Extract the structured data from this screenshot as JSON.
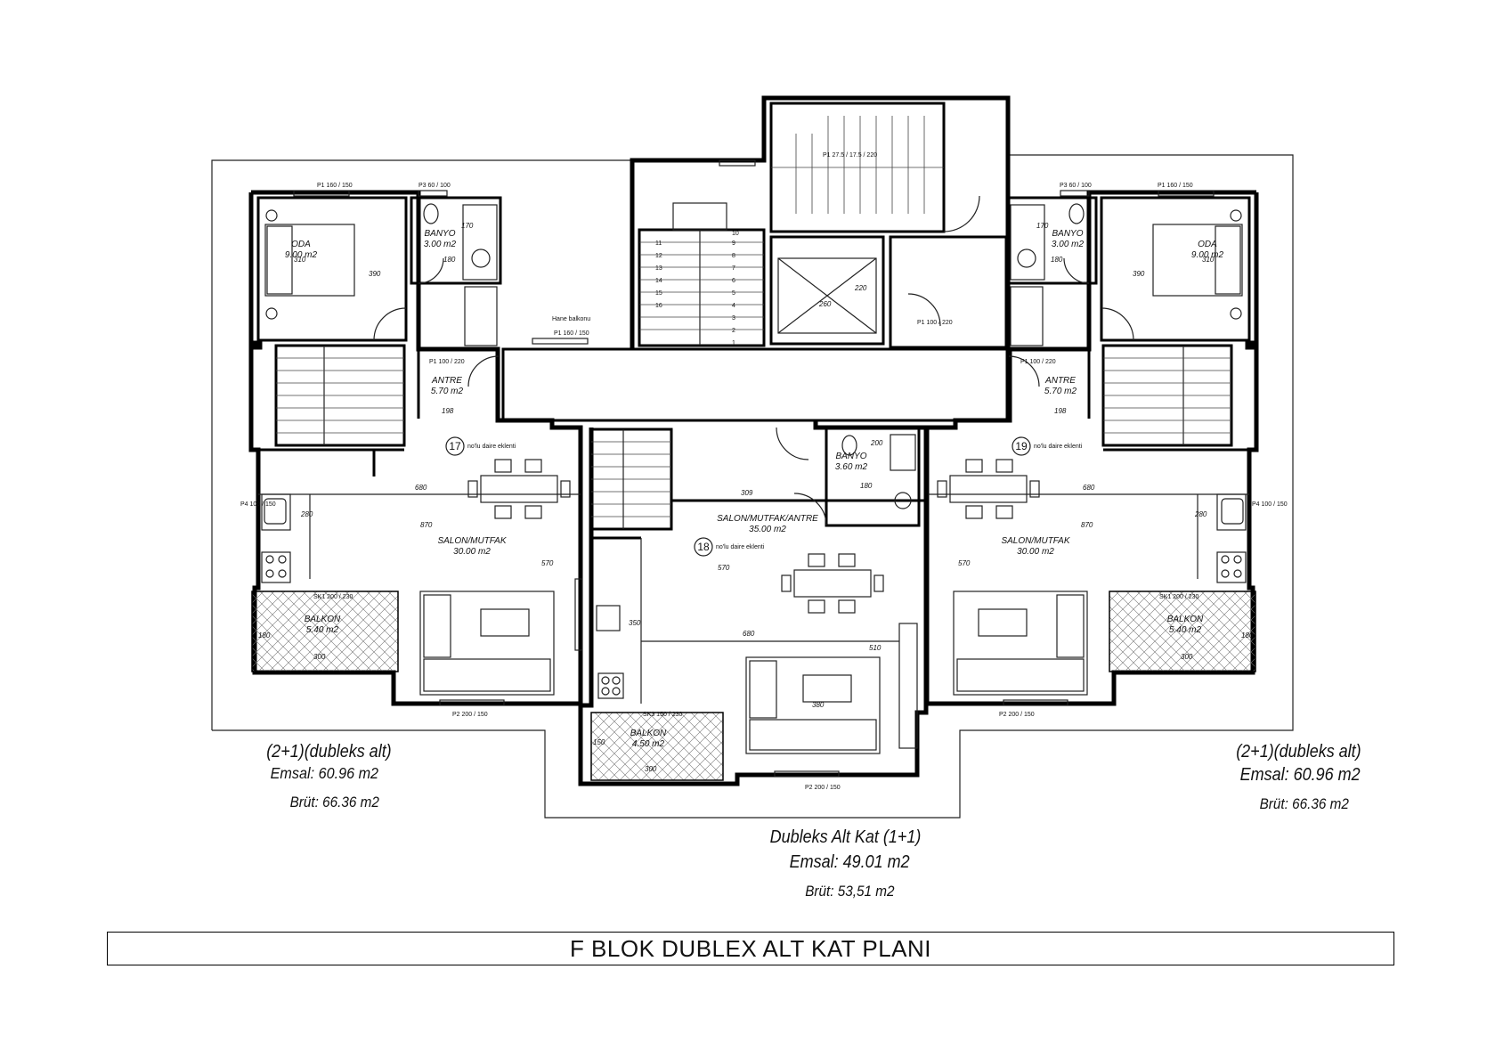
{
  "title": "F BLOK DUBLEX ALT KAT PLANI",
  "units": {
    "left": {
      "type": "(2+1)(dubleks alt)",
      "emsal": "Emsal: 60.96 m2",
      "brut": "Brüt: 66.36 m2",
      "no_label": "17",
      "no_caption": "no'lu daire eklenti",
      "rooms": {
        "oda": [
          "ODA",
          "9.00 m2"
        ],
        "banyo": [
          "BANYO",
          "3.00 m2"
        ],
        "antre": [
          "ANTRE",
          "5.70 m2"
        ],
        "salon": [
          "SALON/MUTFAK",
          "30.00 m2"
        ],
        "balkon": [
          "BALKON",
          "5.40 m2"
        ]
      },
      "dims": [
        "310",
        "390",
        "170",
        "180",
        "198",
        "680",
        "870",
        "570",
        "280",
        "180",
        "300"
      ],
      "windows": [
        "P1 160 / 150",
        "P3 60 / 100",
        "P1 100 / 220",
        "P4 100 / 150",
        "SK1 200 / 230",
        "P2 200 / 150"
      ]
    },
    "middle": {
      "type": "Dubleks Alt Kat (1+1)",
      "emsal": "Emsal: 49.01 m2",
      "brut": "Brüt: 53,51 m2",
      "no_label": "18",
      "no_caption": "no'lu daire eklenti",
      "rooms": {
        "banyo": [
          "BANYO",
          "3.60 m2"
        ],
        "salon": [
          "SALON/MUTFAK/ANTRE",
          "35.00 m2"
        ],
        "balkon": [
          "BALKON",
          "4.50 m2"
        ]
      },
      "dims": [
        "309",
        "200",
        "180",
        "570",
        "680",
        "510",
        "380",
        "150",
        "300",
        "350"
      ],
      "windows": [
        "Hane balkonu",
        "P1 160 / 150",
        "P1 100 / 220",
        "SK3 150 / 230",
        "P2 200 / 150",
        "260",
        "220"
      ]
    },
    "right": {
      "type": "(2+1)(dubleks alt)",
      "emsal": "Emsal: 60.96 m2",
      "brut": "Brüt: 66.36 m2",
      "no_label": "19",
      "no_caption": "no'lu daire eklenti",
      "rooms": {
        "oda": [
          "ODA",
          "9.00 m2"
        ],
        "banyo": [
          "BANYO",
          "3.00 m2"
        ],
        "antre": [
          "ANTRE",
          "5.70 m2"
        ],
        "salon": [
          "SALON/MUTFAK",
          "30.00 m2"
        ],
        "balkon": [
          "BALKON",
          "5.40 m2"
        ]
      },
      "dims": [
        "310",
        "390",
        "170",
        "180",
        "198",
        "680",
        "870",
        "570",
        "280",
        "180",
        "300"
      ],
      "windows": [
        "P1 160 / 150",
        "P3 60 / 100",
        "P1 100 / 220",
        "P4 100 / 150",
        "SK1 200 / 230",
        "P2 200 / 150"
      ]
    }
  },
  "stair_numbers": [
    "1",
    "2",
    "3",
    "4",
    "5",
    "6",
    "7",
    "8",
    "9",
    "10",
    "11",
    "12",
    "13",
    "14",
    "15",
    "16"
  ],
  "stair_note": "P1 27.5 / 17.5 / 220"
}
